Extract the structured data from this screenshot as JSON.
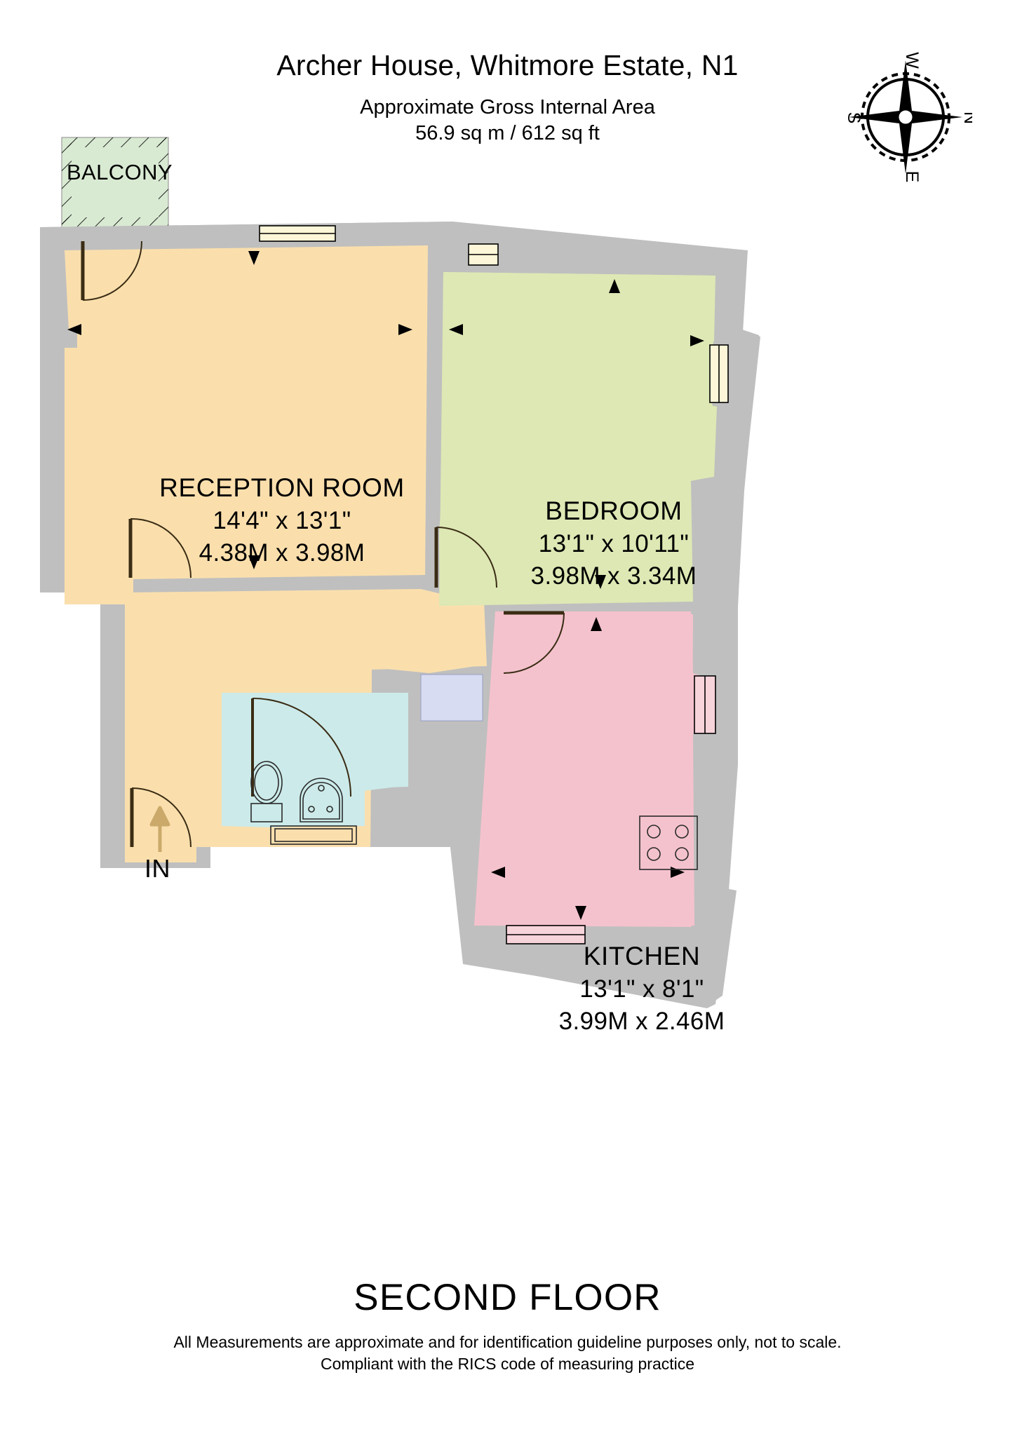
{
  "header": {
    "title": "Archer House, Whitmore Estate, N1",
    "subtitle_line1": "Approximate Gross Internal Area",
    "subtitle_line2": "56.9 sq m / 612 sq ft",
    "area_sq_m": "56.9 sq m",
    "area_sq_ft": "612 sq ft"
  },
  "compass": {
    "name": "compass-rose",
    "north": "N",
    "south": "S",
    "east": "E",
    "west": "W"
  },
  "rooms": [
    {
      "key": "balcony",
      "name": "BALCONY",
      "color": "#d9ead3",
      "dim_imperial": "",
      "dim_metric": ""
    },
    {
      "key": "reception",
      "name": "RECEPTION ROOM",
      "color": "#fadfad",
      "dim_imperial": "14'4\" x 13'1\"",
      "dim_metric": "4.38M x 3.98M"
    },
    {
      "key": "bedroom",
      "name": "BEDROOM",
      "color": "#dde8b4",
      "dim_imperial": "13'1\" x 10'11\"",
      "dim_metric": "3.98M x 3.34M"
    },
    {
      "key": "kitchen",
      "name": "KITCHEN",
      "color": "#f4c2cd",
      "dim_imperial": "13'1\" x 8'1\"",
      "dim_metric": "3.99M x 2.46M"
    },
    {
      "key": "bathroom",
      "name": "",
      "color": "#cceaea",
      "dim_imperial": "",
      "dim_metric": ""
    }
  ],
  "entrance": {
    "label": "IN"
  },
  "footer": {
    "floor_name": "SECOND FLOOR",
    "disclaimer_line1": "All Measurements are approximate and for identification guideline purposes only, not to scale.",
    "disclaimer_line2": "Compliant with the RICS code of measuring practice"
  },
  "palette": {
    "wall": "#bfbfbf",
    "reception_fill": "#fadfad",
    "bedroom_fill": "#dde8b4",
    "kitchen_fill": "#f4c2cd",
    "bathroom_fill": "#cceaea",
    "balcony_fill": "#d9ead3",
    "hall_cupboard_fill": "#d7dcf2",
    "outline": "#000000"
  }
}
